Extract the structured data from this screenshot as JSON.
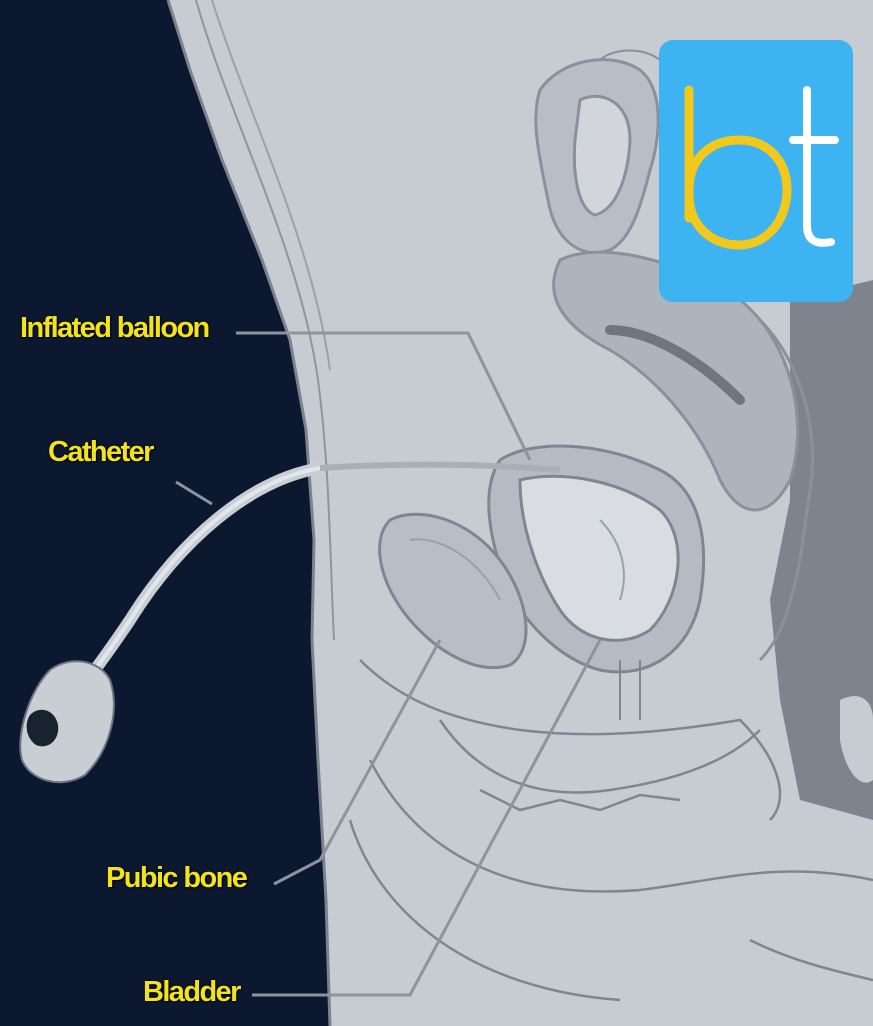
{
  "labels": {
    "inflated_balloon": "Inflated balloon",
    "catheter": "Catheter",
    "pubic_bone": "Pubic bone",
    "bladder": "Bladder"
  },
  "logo": {
    "letter_b": "b",
    "letter_t": "t",
    "color_b": "#f2c81d",
    "color_t": "#ffffff",
    "background": "#3db3f2"
  },
  "colors": {
    "background": "#0b1830",
    "body_fill": "#c7ccd3",
    "outline": "#7c838d",
    "label_text": "#f2e31a",
    "leader_line": "#8d949c"
  }
}
